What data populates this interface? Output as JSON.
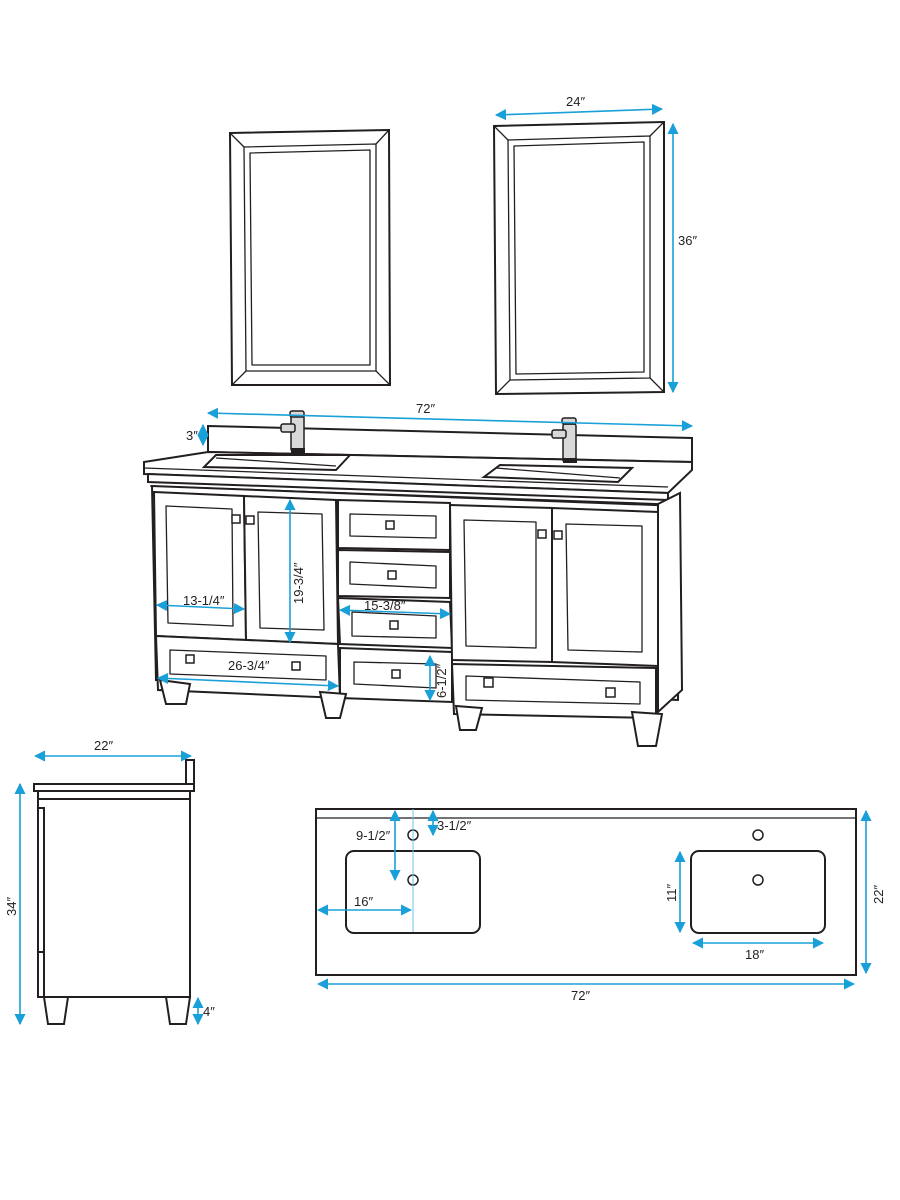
{
  "colors": {
    "line": "#231f20",
    "dimension": "#1aa0d8"
  },
  "labels": {
    "mirror_width": "24″",
    "mirror_height": "36″",
    "vanity_width": "72″",
    "backsplash_height": "3″",
    "door_height": "19-3/4″",
    "door_width": "13-1/4″",
    "center_drawer_width": "15-3/8″",
    "bottom_drawer_width": "26-3/4″",
    "drawer_height": "6-1/2″",
    "side_depth": "22″",
    "side_height": "34″",
    "leg_height": "4″",
    "top_faucet_from_back": "3-1/2″",
    "top_sink_from_back": "9-1/2″",
    "top_sink_from_side": "16″",
    "top_sink_depth": "11″",
    "top_sink_width": "18″",
    "top_depth": "22″",
    "top_width": "72″"
  }
}
